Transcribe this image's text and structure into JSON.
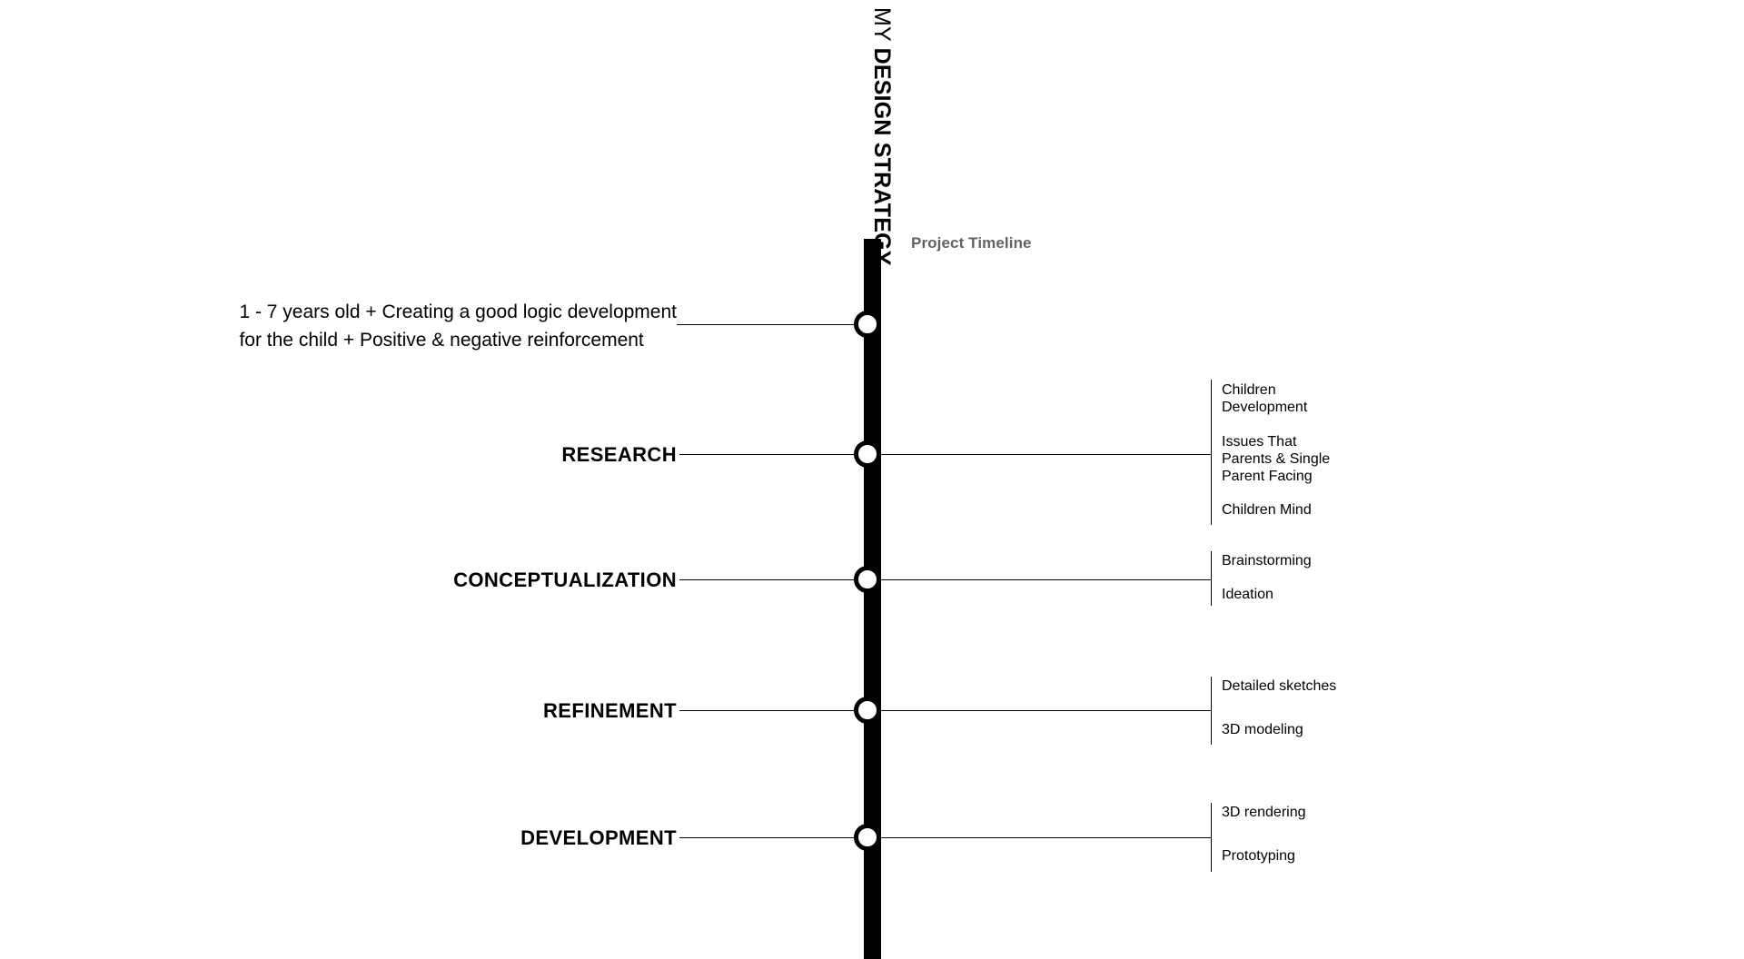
{
  "heading": {
    "light_part": "MY ",
    "bold_part": "DESIGN STRATEGY"
  },
  "timeline_caption": "Project Timeline",
  "colors": {
    "background": "#ffffff",
    "spine": "#000000",
    "text": "#000000",
    "caption_gray": "#5f6368"
  },
  "nodes": [
    {
      "id": "intro",
      "left_text_line1": "1 - 7 years old + Creating a good logic development",
      "left_text_line2": "for the child + Positive & negative reinforcement",
      "sub_items": []
    },
    {
      "id": "research",
      "label": "RESEARCH",
      "sub_items": [
        "Children\nDevelopment",
        "Issues That\nParents & Single\nParent Facing",
        "Children Mind"
      ]
    },
    {
      "id": "conceptualization",
      "label": "CONCEPTUALIZATION",
      "sub_items": [
        "Brainstorming",
        "Ideation"
      ]
    },
    {
      "id": "refinement",
      "label": "REFINEMENT",
      "sub_items": [
        "Detailed sketches",
        "3D modeling"
      ]
    },
    {
      "id": "development",
      "label": "DEVELOPMENT",
      "sub_items": [
        "3D rendering",
        "Prototyping"
      ]
    }
  ]
}
